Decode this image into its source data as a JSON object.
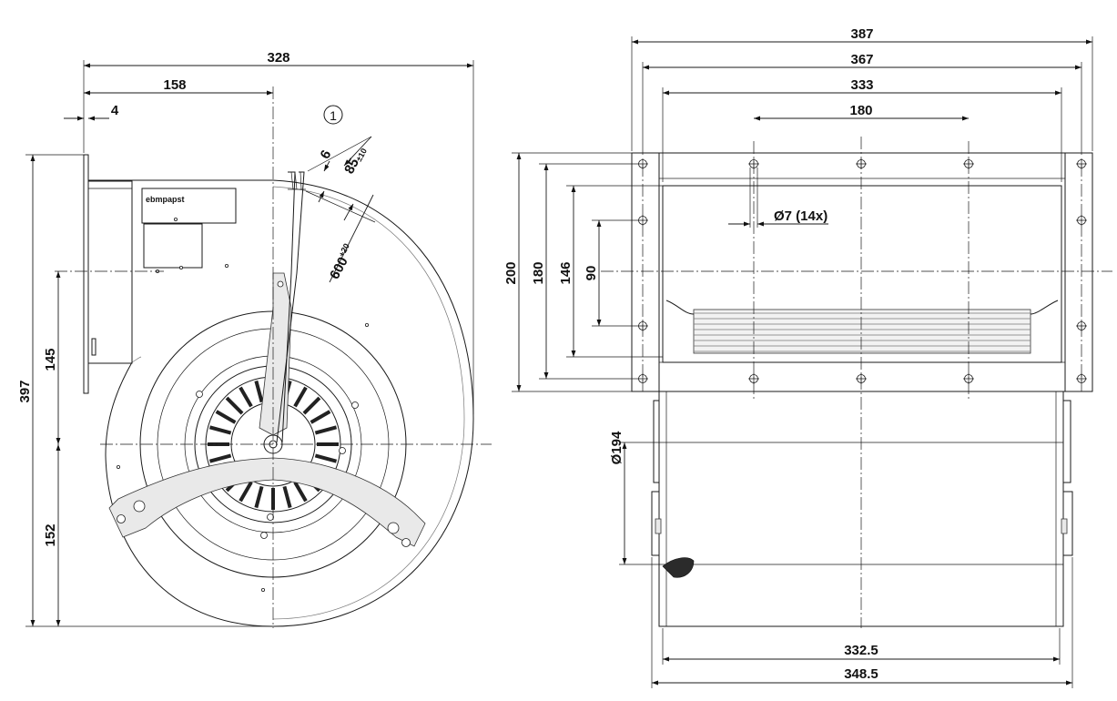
{
  "callout": "1",
  "front_view": {
    "dimensions": {
      "width_overall": "328",
      "to_axis": "158",
      "flange": "4",
      "cable_sleeve": "6",
      "cable_strip": "85",
      "cable_strip_tol": "±10",
      "cable_length": "600",
      "cable_length_tol": "+20",
      "height_overall": "397",
      "axis_to_flange": "145",
      "axis_to_bottom": "152"
    }
  },
  "side_view": {
    "dimensions": {
      "flange_width": "387",
      "hole_pitch_outer": "367",
      "opening_width": "333",
      "hole_pitch_inner": "180",
      "hole_label": "Ø7 (14x)",
      "flange_height": "200",
      "hole_pitch_vertical": "180",
      "opening_height": "146",
      "hole_pitch_center": "90",
      "wheel_diameter": "Ø194",
      "housing_width": "332.5",
      "width_overall": "348.5"
    }
  }
}
